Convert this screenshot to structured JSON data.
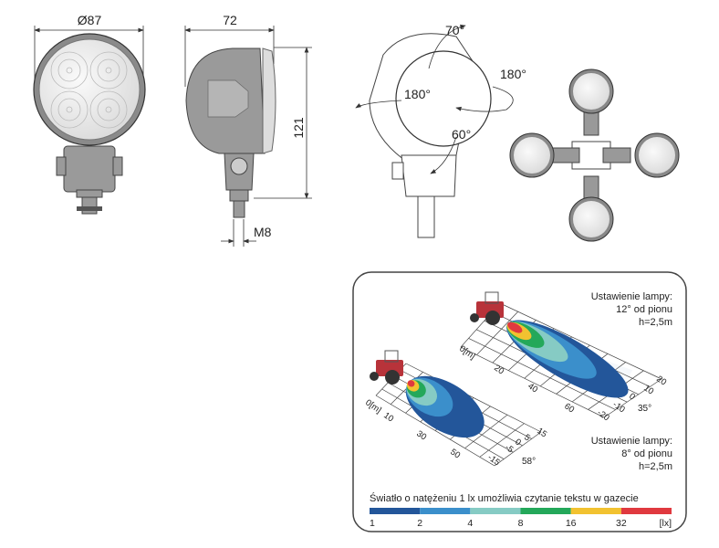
{
  "dimensions": {
    "diameter": "Ø87",
    "depth": "72",
    "height": "121",
    "thread": "M8"
  },
  "rotation": {
    "tilt_up": "70°",
    "rotate_right": "180°",
    "rotate_left": "180°",
    "tilt_down": "60°"
  },
  "panel": {
    "setting_top": {
      "title": "Ustawienie lampy:",
      "angle": "12° od pionu",
      "height": "h=2,5m",
      "beam_angle": "35°"
    },
    "setting_bottom": {
      "title": "Ustawienie lampy:",
      "angle": "8° od pionu",
      "height": "h=2,5m",
      "beam_angle": "58°"
    },
    "grid_right": {
      "distance_ticks": [
        "0[m]",
        "20",
        "40",
        "60"
      ],
      "lateral_ticks": [
        "20",
        "10",
        "0",
        "-10",
        "-20"
      ]
    },
    "grid_left": {
      "distance_ticks": [
        "0[m]",
        "10",
        "30",
        "50"
      ],
      "lateral_ticks": [
        "15",
        "5",
        "0",
        "-5",
        "-15"
      ]
    },
    "caption": "Światło o natężeniu 1 lx umożliwia czytanie tekstu w gazecie",
    "legend": {
      "ticks": [
        "1",
        "2",
        "4",
        "8",
        "16",
        "32"
      ],
      "unit": "[lx]",
      "colors": [
        "#23569a",
        "#3b8fcb",
        "#86cbc4",
        "#24a85a",
        "#f2c230",
        "#e0393f"
      ]
    }
  }
}
